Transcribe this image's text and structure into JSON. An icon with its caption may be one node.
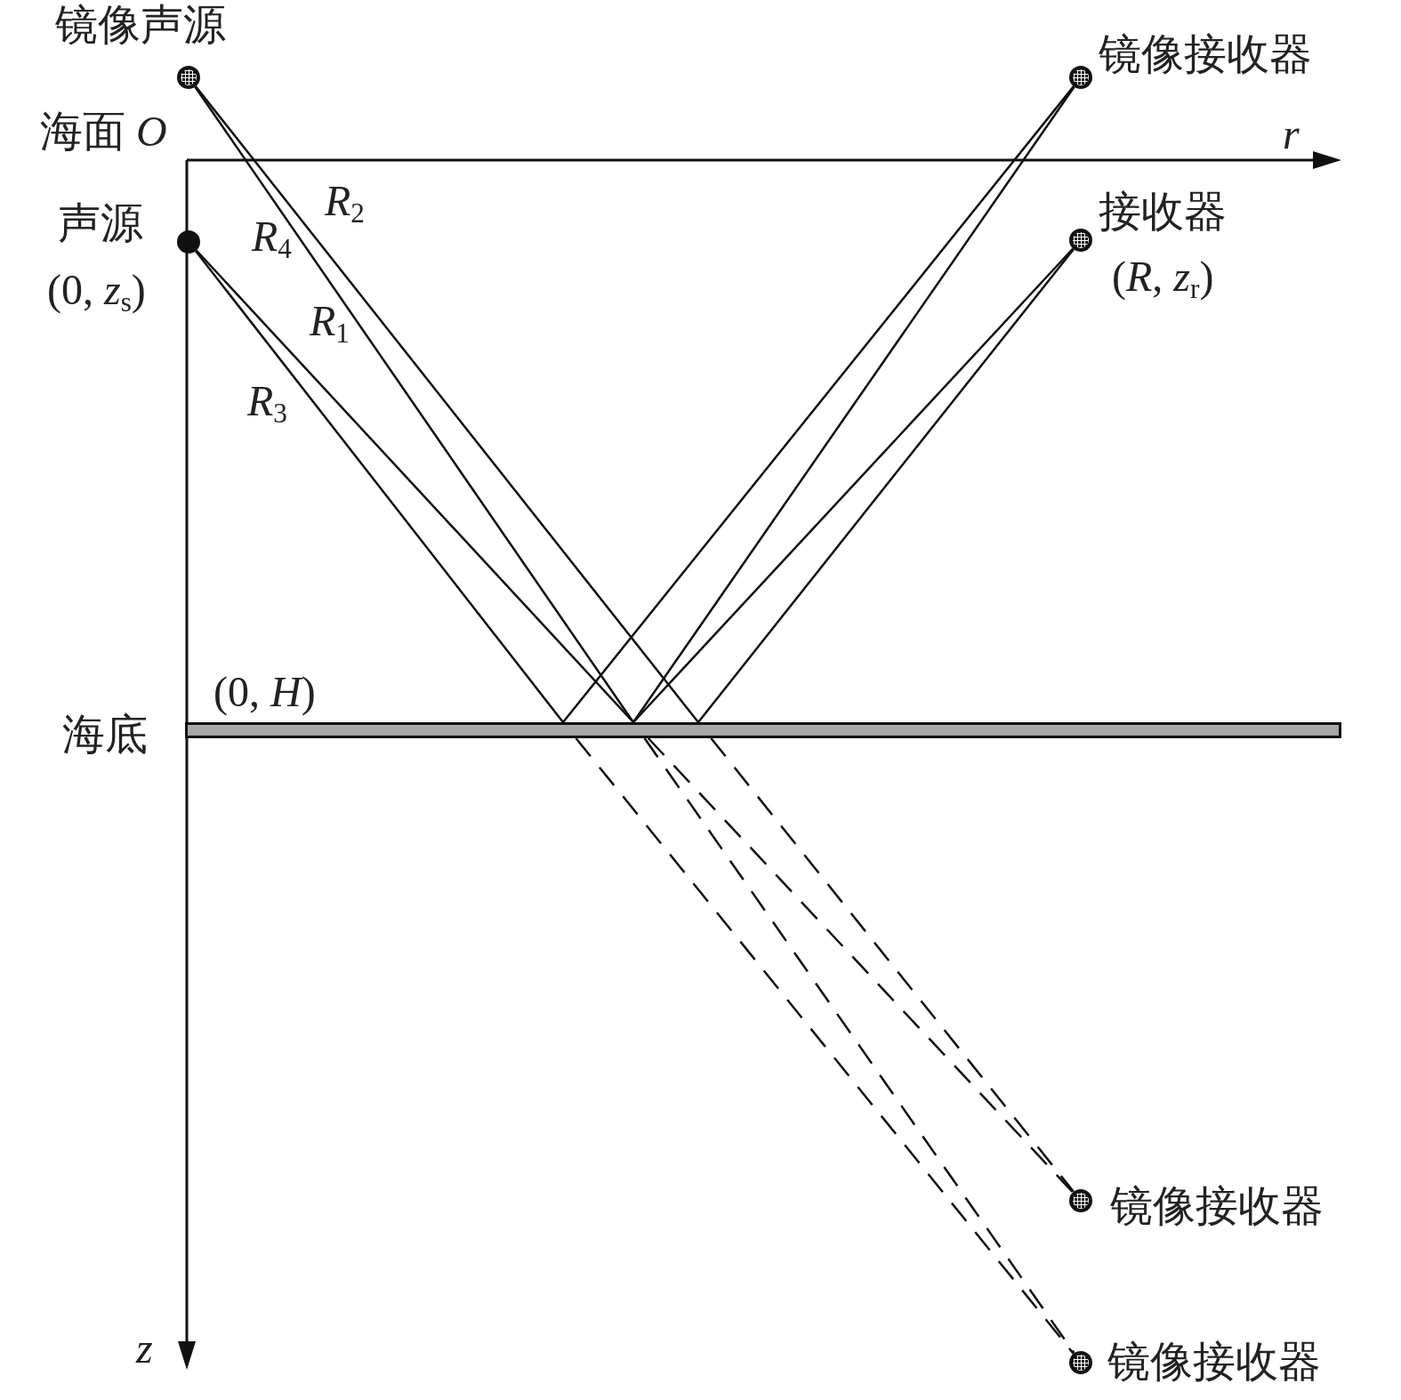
{
  "diagram": {
    "nodes": [
      {
        "text": [],
        "shape": "circle",
        "beside": [
          "镜像声源"
        ]
      },
      {
        "text": [],
        "shape": "circle",
        "beside": [
          "声源",
          "(0, *z*$_{s}$)"
        ]
      },
      {
        "text": [],
        "shape": "circle",
        "beside": [
          "镜像接收器"
        ]
      },
      {
        "text": [],
        "shape": "circle",
        "beside": [
          "接收器",
          "(*R*, *z*$_{r}$)"
        ]
      },
      {
        "text": [],
        "shape": "bar",
        "beside": [
          "海底"
        ]
      },
      {
        "text": [],
        "shape": "circle",
        "beside": [
          "镜像接收器"
        ]
      },
      {
        "text": [],
        "shape": "circle",
        "beside": [
          "镜像接收器"
        ]
      }
    ],
    "edges": [
      {
        "from": 1,
        "to": 3,
        "arrow": "none",
        "label": "*R*$_{1}$"
      },
      {
        "from": 0,
        "to": 3,
        "arrow": "none",
        "label": "*R*$_{2}$"
      },
      {
        "from": 1,
        "to": 2,
        "arrow": "none",
        "label": "*R*$_{3}$"
      },
      {
        "from": 0,
        "to": 2,
        "arrow": "none",
        "label": "*R*$_{4}$"
      },
      {
        "from": 4,
        "to": 5,
        "arrow": "none",
        "style": "dashed"
      },
      {
        "from": 4,
        "to": 5,
        "arrow": "none",
        "style": "dashed"
      },
      {
        "from": 4,
        "to": 6,
        "arrow": "none",
        "style": "dashed"
      },
      {
        "from": 4,
        "to": 6,
        "arrow": "none",
        "style": "dashed"
      }
    ],
    "labels": [
      "海面 *O*",
      "r",
      "z",
      "(0, *H*)"
    ]
  }
}
